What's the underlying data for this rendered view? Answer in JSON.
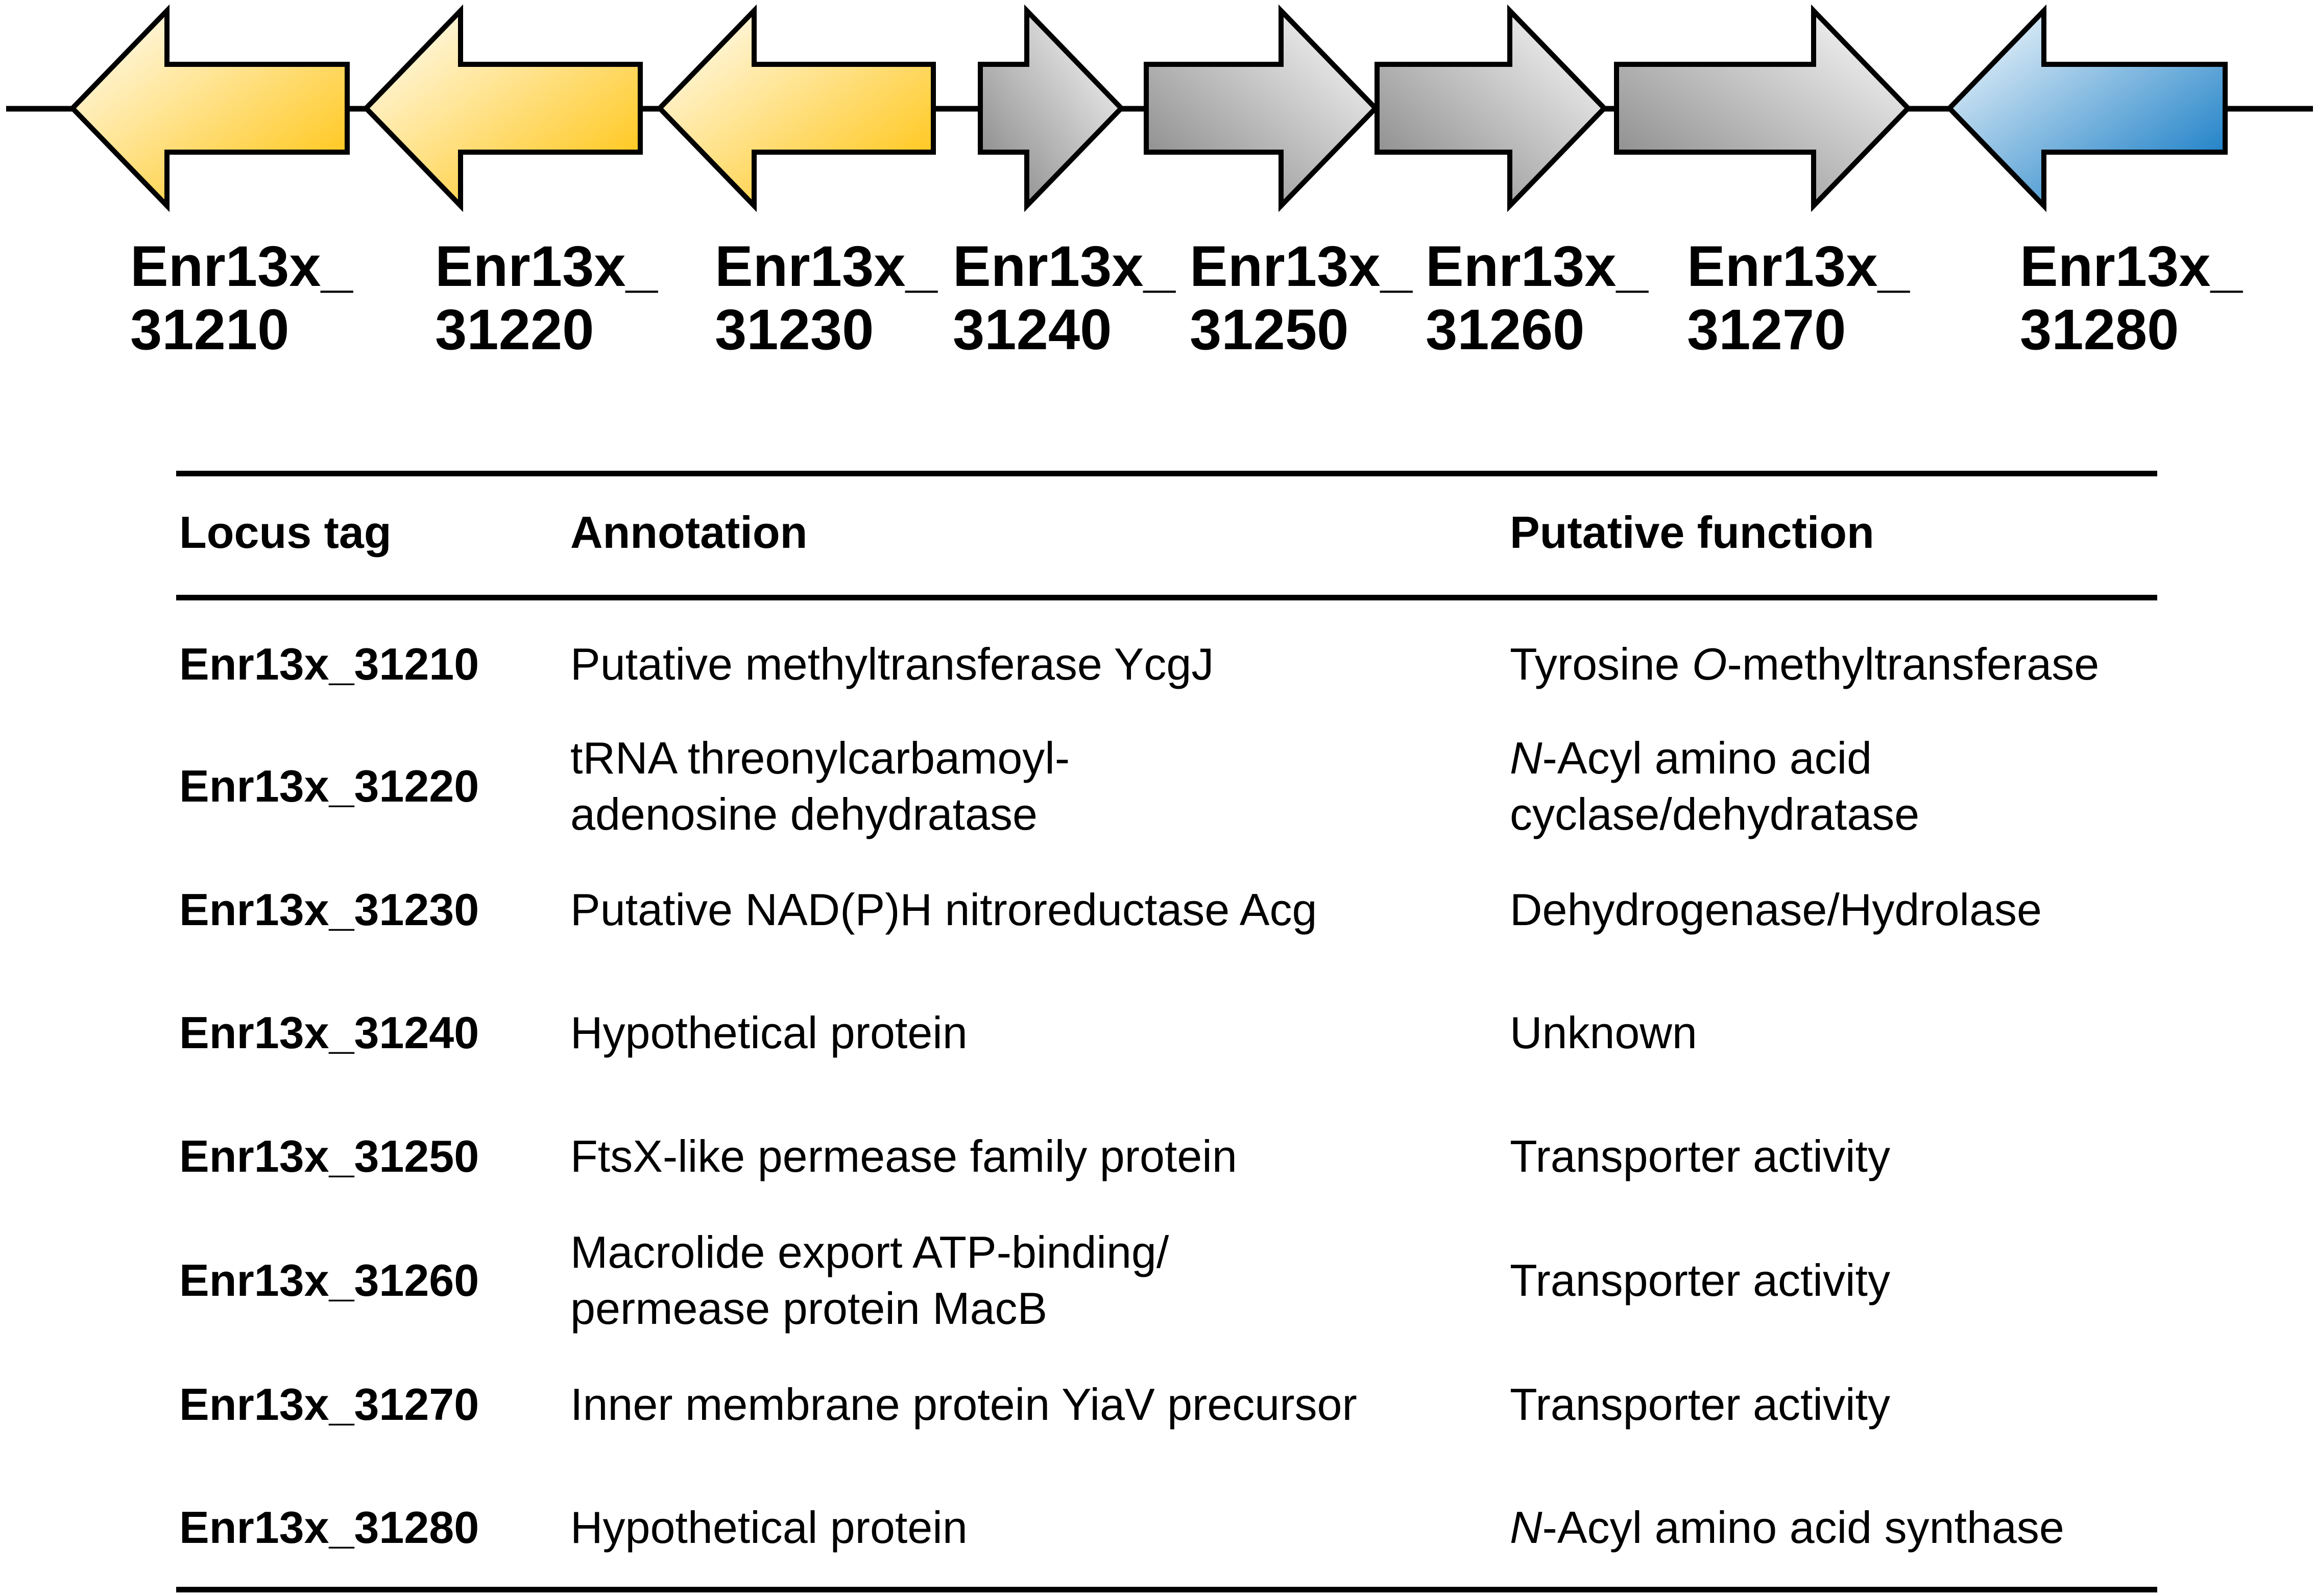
{
  "genes": [
    {
      "line1": "Enr13x_",
      "line2": "31210",
      "direction": "left",
      "color": "#FFC000"
    },
    {
      "line1": "Enr13x_",
      "line2": "31220",
      "direction": "left",
      "color": "#FFC000"
    },
    {
      "line1": "Enr13x_",
      "line2": "31230",
      "direction": "left",
      "color": "#FFC000"
    },
    {
      "line1": "Enr13x_",
      "line2": "31240",
      "direction": "right",
      "color": "#808080"
    },
    {
      "line1": "Enr13x_",
      "line2": "31250",
      "direction": "right",
      "color": "#808080"
    },
    {
      "line1": "Enr13x_",
      "line2": "31260",
      "direction": "right",
      "color": "#808080"
    },
    {
      "line1": "Enr13x_",
      "line2": "31270",
      "direction": "right",
      "color": "#808080"
    },
    {
      "line1": "Enr13x_",
      "line2": "31280",
      "direction": "left",
      "color": "#0070C0"
    }
  ],
  "table": {
    "headers": {
      "locus": "Locus tag",
      "annotation": "Annotation",
      "function": "Putative function"
    },
    "rows": [
      {
        "locus": "Enr13x_31210",
        "annotation": [
          "Putative methyltransferase YcgJ"
        ],
        "function": {
          "pre": "Tyrosine ",
          "italic": "O",
          "post": "-methyltransferase"
        }
      },
      {
        "locus": "Enr13x_31220",
        "annotation": [
          "tRNA threonylcarbamoyl-",
          "adenosine dehydratase"
        ],
        "function": {
          "pre": "",
          "italic": "N",
          "post": "-Acyl amino acid",
          "line2": "cyclase/dehydratase"
        }
      },
      {
        "locus": "Enr13x_31230",
        "annotation": [
          "Putative NAD(P)H nitroreductase Acg"
        ],
        "function": {
          "pre": "Dehydrogenase/Hydrolase"
        }
      },
      {
        "locus": "Enr13x_31240",
        "annotation": [
          "Hypothetical protein"
        ],
        "function": {
          "pre": "Unknown"
        }
      },
      {
        "locus": "Enr13x_31250",
        "annotation": [
          "FtsX-like permease family protein"
        ],
        "function": {
          "pre": "Transporter activity"
        }
      },
      {
        "locus": "Enr13x_31260",
        "annotation": [
          "Macrolide export ATP-binding/",
          "permease protein MacB"
        ],
        "function": {
          "pre": "Transporter activity"
        }
      },
      {
        "locus": "Enr13x_31270",
        "annotation": [
          "Inner membrane protein YiaV precursor"
        ],
        "function": {
          "pre": "Transporter activity"
        }
      },
      {
        "locus": "Enr13x_31280",
        "annotation": [
          "Hypothetical protein"
        ],
        "function": {
          "pre": "",
          "italic": "N",
          "post": "-Acyl amino acid synthase"
        }
      }
    ]
  }
}
